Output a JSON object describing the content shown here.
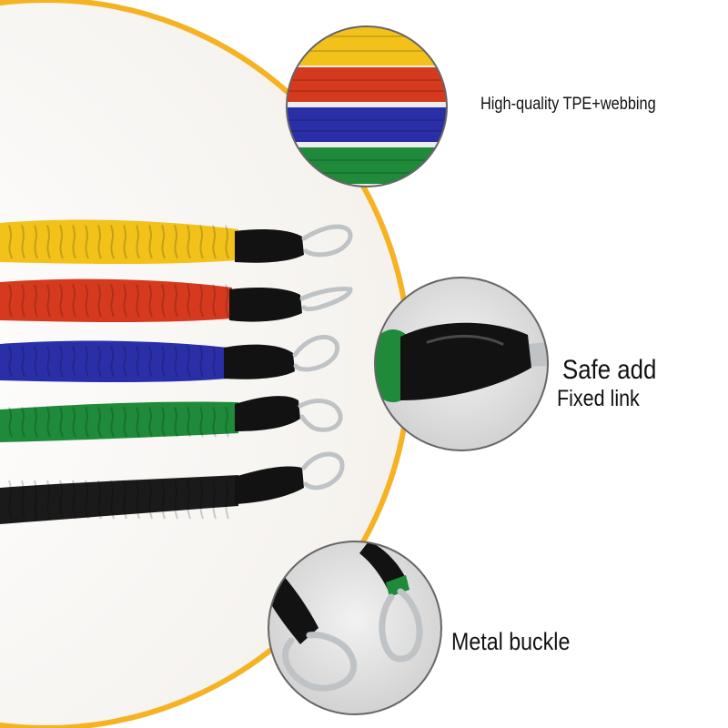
{
  "captions": {
    "material": "High-quality TPE+webbing",
    "safe": "Safe add",
    "fixed": "Fixed link",
    "buckle": "Metal buckle"
  },
  "colors": {
    "ring": "#F5B324",
    "panel": "#FDFBF8",
    "yellow": "#F2C21B",
    "red": "#D63A1E",
    "blue": "#2A2FA8",
    "green": "#1E8A3A",
    "black": "#1A1A1A",
    "cap": "#121212",
    "metal": "#BFC3C6"
  },
  "bands": [
    "yellow",
    "red",
    "blue",
    "green",
    "black"
  ]
}
